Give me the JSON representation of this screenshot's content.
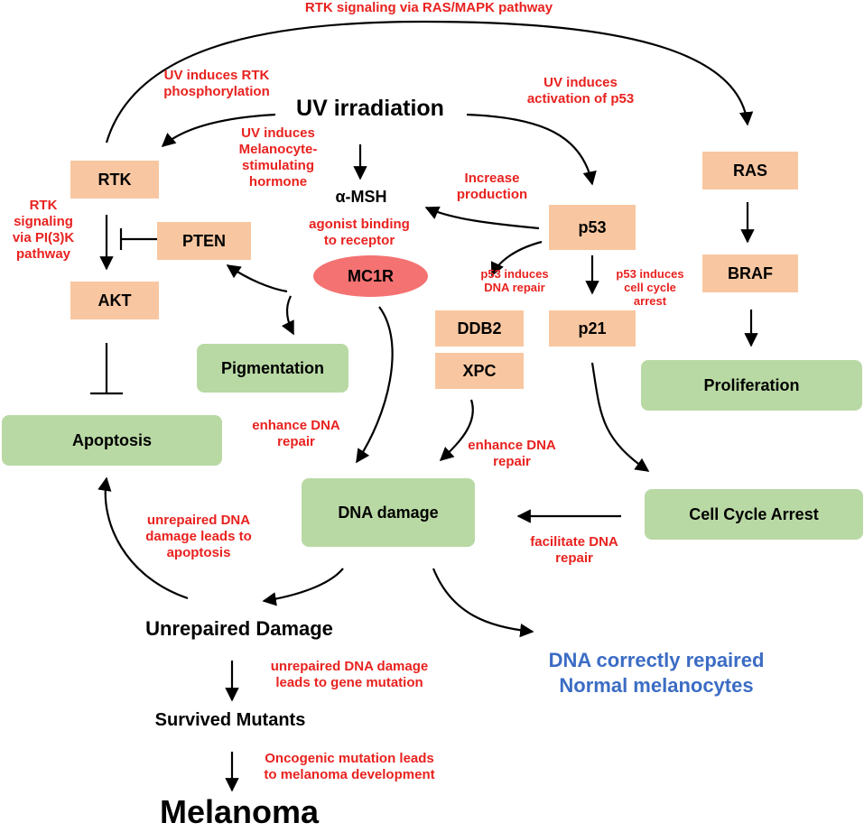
{
  "nodes": {
    "uv": "UV irradiation",
    "rtk": "RTK",
    "akt": "AKT",
    "pten": "PTEN",
    "amsh": "α-MSH",
    "mc1r": "MC1R",
    "p53": "p53",
    "p21": "p21",
    "ddb2": "DDB2",
    "xpc": "XPC",
    "ras": "RAS",
    "braf": "BRAF",
    "apoptosis": "Apoptosis",
    "pigmentation": "Pigmentation",
    "proliferation": "Proliferation",
    "dna_damage": "DNA damage",
    "cell_cycle_arrest": "Cell Cycle Arrest",
    "unrepaired_damage": "Unrepaired Damage",
    "survived_mutants": "Survived Mutants",
    "melanoma": "Melanoma",
    "dna_repaired": "DNA correctly repaired\nNormal melanocytes"
  },
  "labels": {
    "rtk_ras_mapk": "RTK signaling via RAS/MAPK pathway",
    "uv_rtk_phos": "UV induces RTK\nphosphorylation",
    "uv_msh": "UV induces\nMelanocyte-\nstimulating\nhormone",
    "uv_p53": "UV induces\nactivation of p53",
    "increase_production": "Increase\nproduction",
    "agonist_binding": "agonist binding\nto receptor",
    "rtk_pi3k": "RTK\nsignaling\nvia PI(3)K\npathway",
    "p53_dna_repair": "p53 induces\nDNA repair",
    "p53_cell_cycle": "p53 induces\ncell cycle\narrest",
    "enhance_dna_repair_left": "enhance DNA\nrepair",
    "enhance_dna_repair_right": "enhance DNA\nrepair",
    "unrepaired_apoptosis": "unrepaired DNA\ndamage leads to\napoptosis",
    "facilitate_dna_repair": "facilitate DNA\nrepair",
    "unrepaired_mutation": "unrepaired DNA damage\nleads to gene mutation",
    "oncogenic_mutation": "Oncogenic mutation leads\nto melanoma development"
  }
}
